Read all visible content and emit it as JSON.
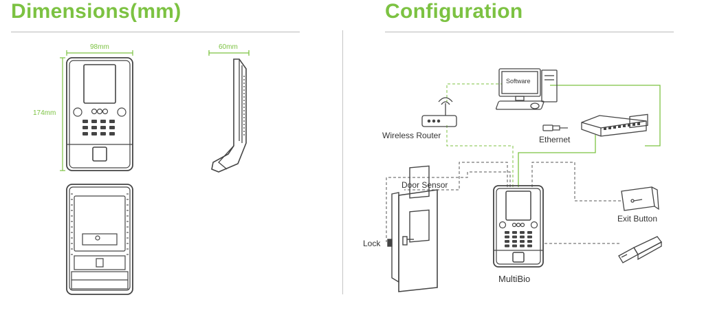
{
  "headings": {
    "dimensions": "Dimensions(mm)",
    "configuration": "Configuration"
  },
  "dimensions": {
    "width": "98mm",
    "height": "174mm",
    "depth": "60mm"
  },
  "configuration": {
    "software": "Software",
    "wireless_router": "Wireless Router",
    "ethernet": "Ethernet",
    "door_sensor": "Door Sensor",
    "lock": "Lock",
    "exit_button": "Exit Button",
    "device": "MultiBio"
  },
  "colors": {
    "accent_green": "#7cc242",
    "line_gray": "#444444",
    "dashed_gray": "#555555"
  }
}
